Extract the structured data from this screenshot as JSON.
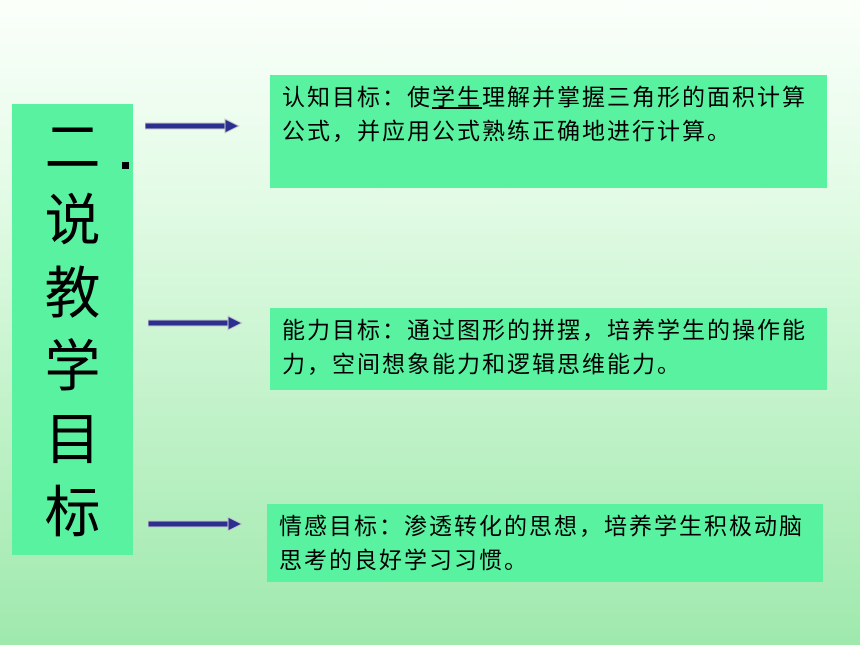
{
  "slide": {
    "title_chars": [
      "二",
      "说",
      "教",
      "学",
      "目",
      "标"
    ],
    "goals": [
      {
        "pre": "认知目标：使",
        "underlined": "学生",
        "post": "理解并掌握三角形的面积计算公式，并应用公式熟练正确地进行计算。"
      },
      {
        "text": "能力目标：通过图形的拼摆，培养学生的操作能力，空间想象能力和逻辑思维能力。"
      },
      {
        "text": "情感目标：渗透转化的思想，培养学生积极动脑思考的良好学习习惯。"
      }
    ]
  },
  "colors": {
    "box_fill": "#59f2a0",
    "arrow_body": "#2b2f8f",
    "arrow_edge": "#c8c8c8"
  },
  "icons": {
    "arrow": "right-arrow-icon"
  }
}
